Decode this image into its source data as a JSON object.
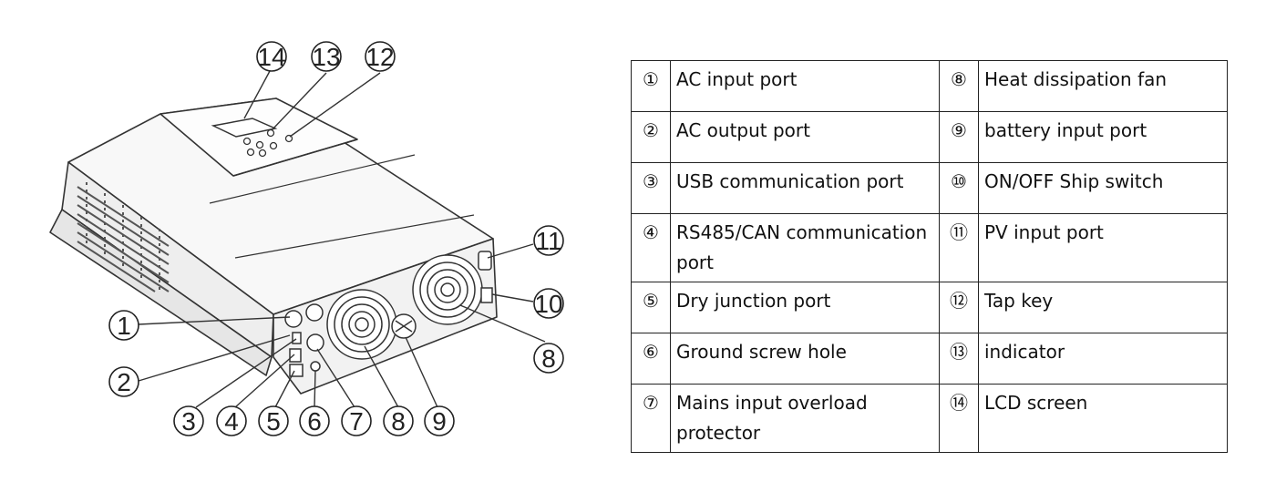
{
  "callouts": [
    {
      "number": "1"
    },
    {
      "number": "2"
    },
    {
      "number": "3"
    },
    {
      "number": "4"
    },
    {
      "number": "5"
    },
    {
      "number": "6"
    },
    {
      "number": "7"
    },
    {
      "number": "8"
    },
    {
      "number": "9"
    },
    {
      "number": "10"
    },
    {
      "number": "11"
    },
    {
      "number": "12"
    },
    {
      "number": "13"
    },
    {
      "number": "14"
    }
  ],
  "legend": {
    "rows": [
      {
        "left": {
          "num": "①",
          "label": "AC input port"
        },
        "right": {
          "num": "⑧",
          "label": "Heat dissipation fan"
        }
      },
      {
        "left": {
          "num": "②",
          "label": "AC output port"
        },
        "right": {
          "num": "⑨",
          "label": "battery input port"
        }
      },
      {
        "left": {
          "num": "③",
          "label": "USB communication port"
        },
        "right": {
          "num": "⑩",
          "label": "ON/OFF Ship switch"
        }
      },
      {
        "left": {
          "num": "④",
          "label": "RS485/CAN communication port"
        },
        "right": {
          "num": "⑪",
          "label": "PV input port"
        }
      },
      {
        "left": {
          "num": "⑤",
          "label": "Dry junction port"
        },
        "right": {
          "num": "⑫",
          "label": "Tap key"
        }
      },
      {
        "left": {
          "num": "⑥",
          "label": "Ground screw hole"
        },
        "right": {
          "num": "⑬",
          "label": "indicator"
        }
      },
      {
        "left": {
          "num": "⑦",
          "label": "Mains input overload protector"
        },
        "right": {
          "num": "⑭",
          "label": "LCD screen"
        }
      }
    ]
  }
}
